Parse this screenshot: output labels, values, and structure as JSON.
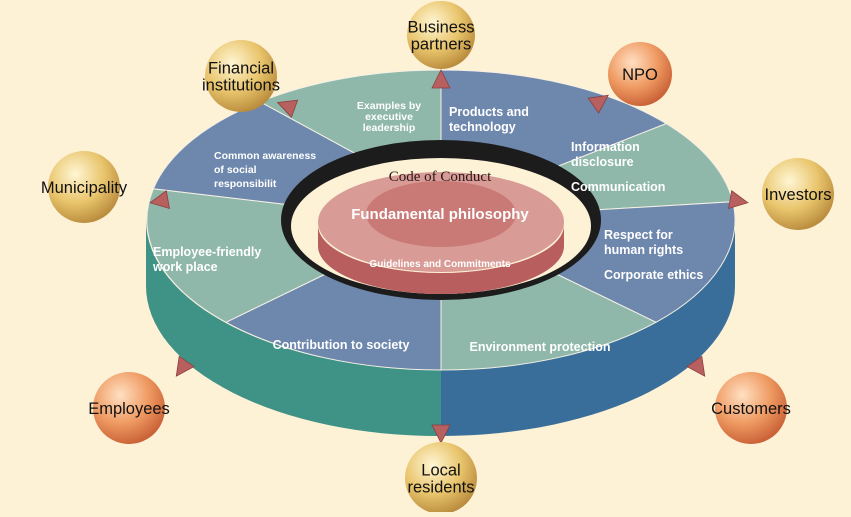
{
  "center": {
    "top_label": "Code of Conduct",
    "title": "Fundamental philosophy",
    "subtitle": "Guidelines and Commitments"
  },
  "segments": [
    {
      "lines": [
        "Examples by",
        "executive",
        "leadership"
      ]
    },
    {
      "lines": [
        "Products and",
        "technology"
      ]
    },
    {
      "lines": [
        "Information",
        "disclosure",
        "Communication"
      ]
    },
    {
      "lines": [
        "Respect for",
        "human rights",
        "Corporate ethics"
      ]
    },
    {
      "lines": [
        "Environment protection"
      ]
    },
    {
      "lines": [
        "Contribution to society"
      ]
    },
    {
      "lines": [
        "Employee-friendly",
        "work place"
      ]
    },
    {
      "lines": [
        "Common awareness",
        "of social",
        "responsibilit"
      ]
    }
  ],
  "stakeholders": [
    {
      "lines": [
        "Business",
        "partners"
      ],
      "color": "gold"
    },
    {
      "lines": [
        "NPO"
      ],
      "color": "orange"
    },
    {
      "lines": [
        "Investors"
      ],
      "color": "gold"
    },
    {
      "lines": [
        "Customers"
      ],
      "color": "orange"
    },
    {
      "lines": [
        "Local",
        "residents"
      ],
      "color": "gold"
    },
    {
      "lines": [
        "Employees"
      ],
      "color": "orange"
    },
    {
      "lines": [
        "Municipality"
      ],
      "color": "gold"
    },
    {
      "lines": [
        "Financial",
        "institutions"
      ],
      "color": "gold"
    }
  ],
  "colors": {
    "background": "#fdf1d6",
    "segment_green": "#8fb8aa",
    "segment_blue": "#6e87ad",
    "ring_side_teal": "#3e9286",
    "ring_side_blue": "#3a6e9a",
    "inner_dark": "#1c1c1c",
    "center_pink": "#d99b96",
    "center_rose": "#c97a76",
    "center_side": "#b85e5e",
    "arrow": "#b86060"
  }
}
